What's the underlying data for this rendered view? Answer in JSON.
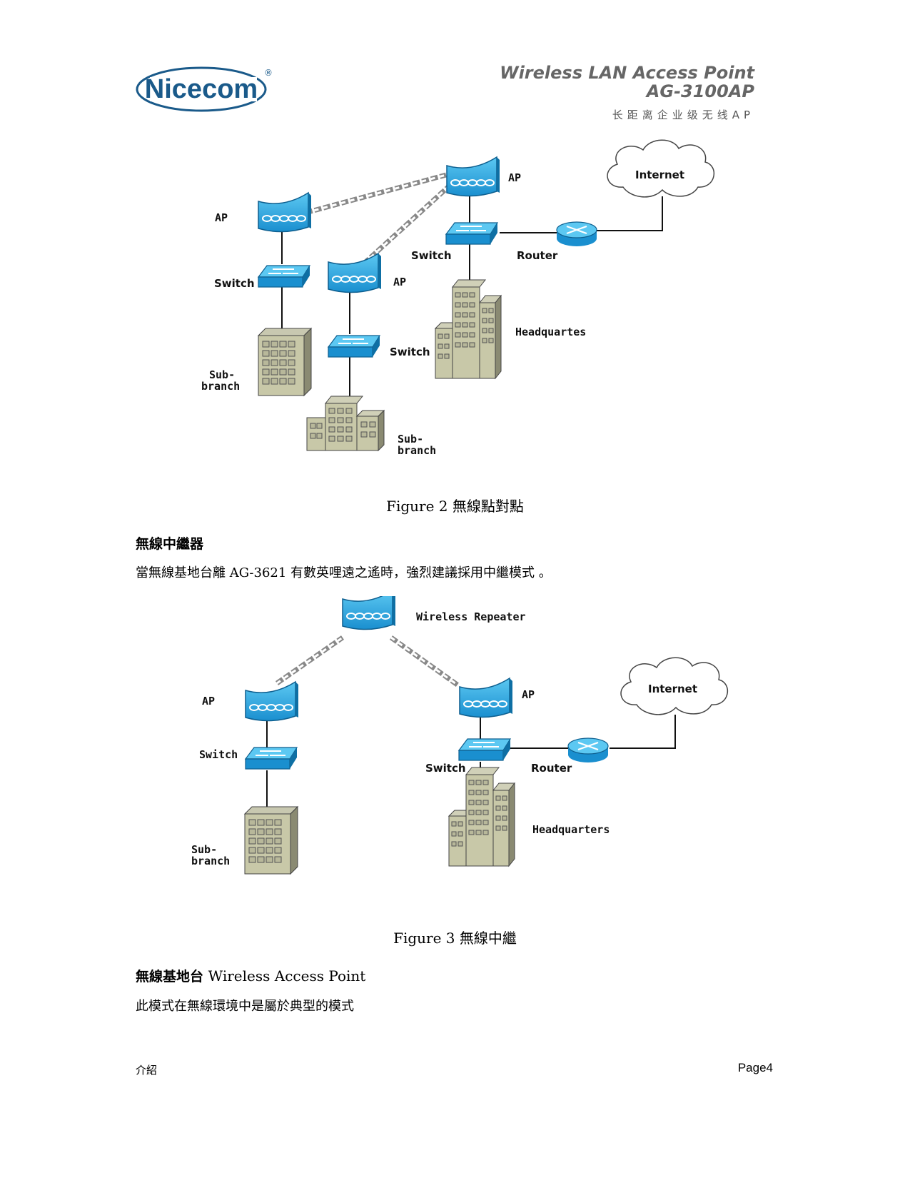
{
  "header": {
    "logo_text": "Nicecom",
    "logo_reg": "®",
    "title_line1": "Wireless LAN Access Point",
    "title_line2": "AG-3100AP",
    "subtitle": "长距离企业级无线AP"
  },
  "figure2": {
    "labels": {
      "ap_left": "AP",
      "switch_left": "Switch",
      "sub_branch_left_1": "Sub-",
      "sub_branch_left_2": "branch",
      "ap_mid": "AP",
      "switch_mid": "Switch",
      "sub_branch_mid_1": "Sub-",
      "sub_branch_mid_2": "branch",
      "ap_top": "AP",
      "switch_top": "Switch",
      "router": "Router",
      "internet": "Internet",
      "headquarters": "Headquartes"
    },
    "caption": "Figure 2 無線點對點"
  },
  "section_repeater": {
    "heading": "無線中繼器",
    "text": "當無線基地台離 AG-3621 有數英哩遠之遙時，強烈建議採用中繼模式 。"
  },
  "figure3": {
    "labels": {
      "repeater": "Wireless Repeater",
      "ap_left": "AP",
      "switch_left": "Switch",
      "sub_branch_1": "Sub-",
      "sub_branch_2": "branch",
      "ap_right": "AP",
      "switch_right": "Switch",
      "router": "Router",
      "internet": "Internet",
      "headquarters": "Headquarters"
    },
    "caption": "Figure 3 無線中繼"
  },
  "section_ap": {
    "heading_cn": "無線基地台",
    "heading_en": "Wireless Access Point",
    "text": "此模式在無線環境中是屬於典型的模式"
  },
  "footer": {
    "left": "介紹",
    "right": "Page4"
  }
}
